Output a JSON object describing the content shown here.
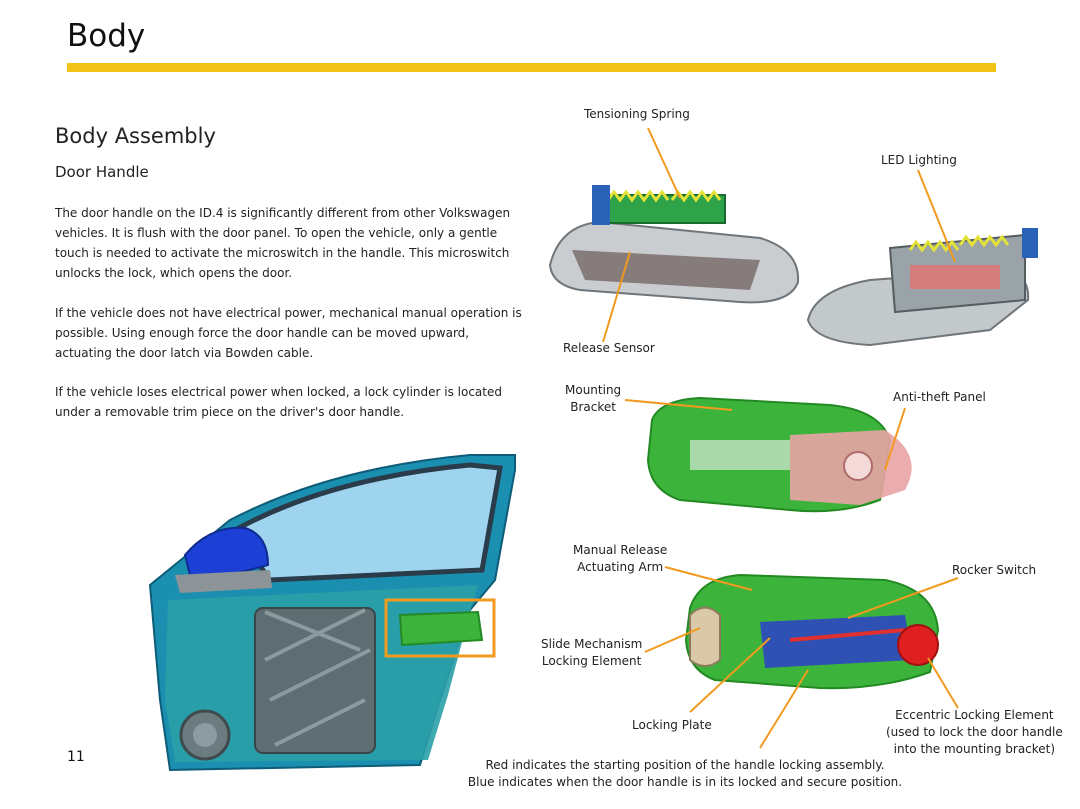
{
  "page": {
    "title": "Body",
    "section": "Body Assembly",
    "subsection": "Door Handle",
    "paragraphs": [
      "The door handle on the ID.4 is significantly different from other Volkswagen vehicles.  It is flush with the door panel.  To open the vehicle, only a gentle touch is needed to activate the microswitch in the handle.  This microswitch unlocks the lock, which opens the door.",
      "If the vehicle does not have electrical power, mechanical manual operation is possible.  Using enough force the door handle can be moved upward, actuating the door latch via Bowden cable.",
      "If the vehicle loses electrical power when locked, a lock cylinder is located under a removable trim piece on the driver's door handle."
    ],
    "page_number": "11"
  },
  "labels": {
    "tensioning_spring": "Tensioning Spring",
    "led_lighting": "LED Lighting",
    "release_sensor": "Release Sensor",
    "mounting_bracket": "Mounting\nBracket",
    "anti_theft_panel": "Anti-theft Panel",
    "manual_release": "Manual Release\nActuating Arm",
    "rocker_switch": "Rocker Switch",
    "slide_mechanism": "Slide Mechanism\nLocking Element",
    "locking_plate": "Locking Plate",
    "eccentric_locking": "Eccentric Locking Element\n(used to lock the door handle\ninto the mounting bracket)"
  },
  "caption": "Red indicates the starting position of the handle locking assembly.\nBlue indicates when the door handle is in its locked and secure position.",
  "colors": {
    "accent_bar": "#f2c417",
    "leader_line": "#f29a1f",
    "bracket_green": "#3cb43c",
    "anti_theft_pink": "#e8a3a3",
    "mirror_blue": "#1c3fd6",
    "highlight_box": "#f29a1f"
  }
}
